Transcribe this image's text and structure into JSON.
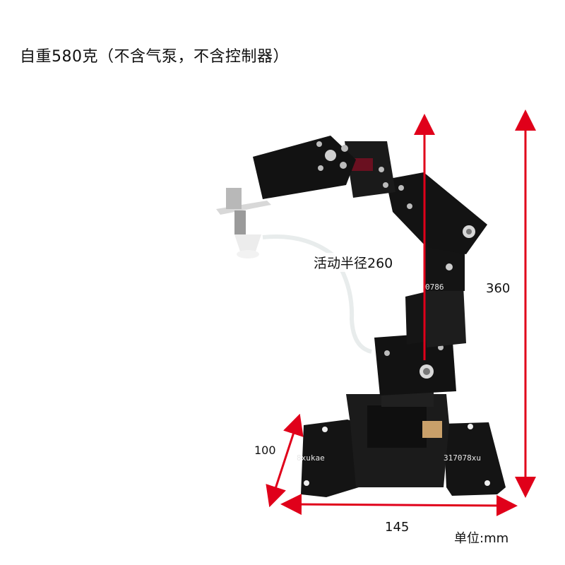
{
  "title": "自重580克（不含气泵，不含控制器）",
  "dimensions": {
    "radius_label": "活动半径260",
    "height_label": "360",
    "depth_label": "100",
    "width_label": "145",
    "unit_label": "单位:mm"
  },
  "watermarks": [
    "0786",
    "8xukae",
    "317078xu"
  ],
  "colors": {
    "arrow": "#e0001a",
    "metal": "#121212",
    "tube": "#e8ecec",
    "cup": "#ececec"
  }
}
